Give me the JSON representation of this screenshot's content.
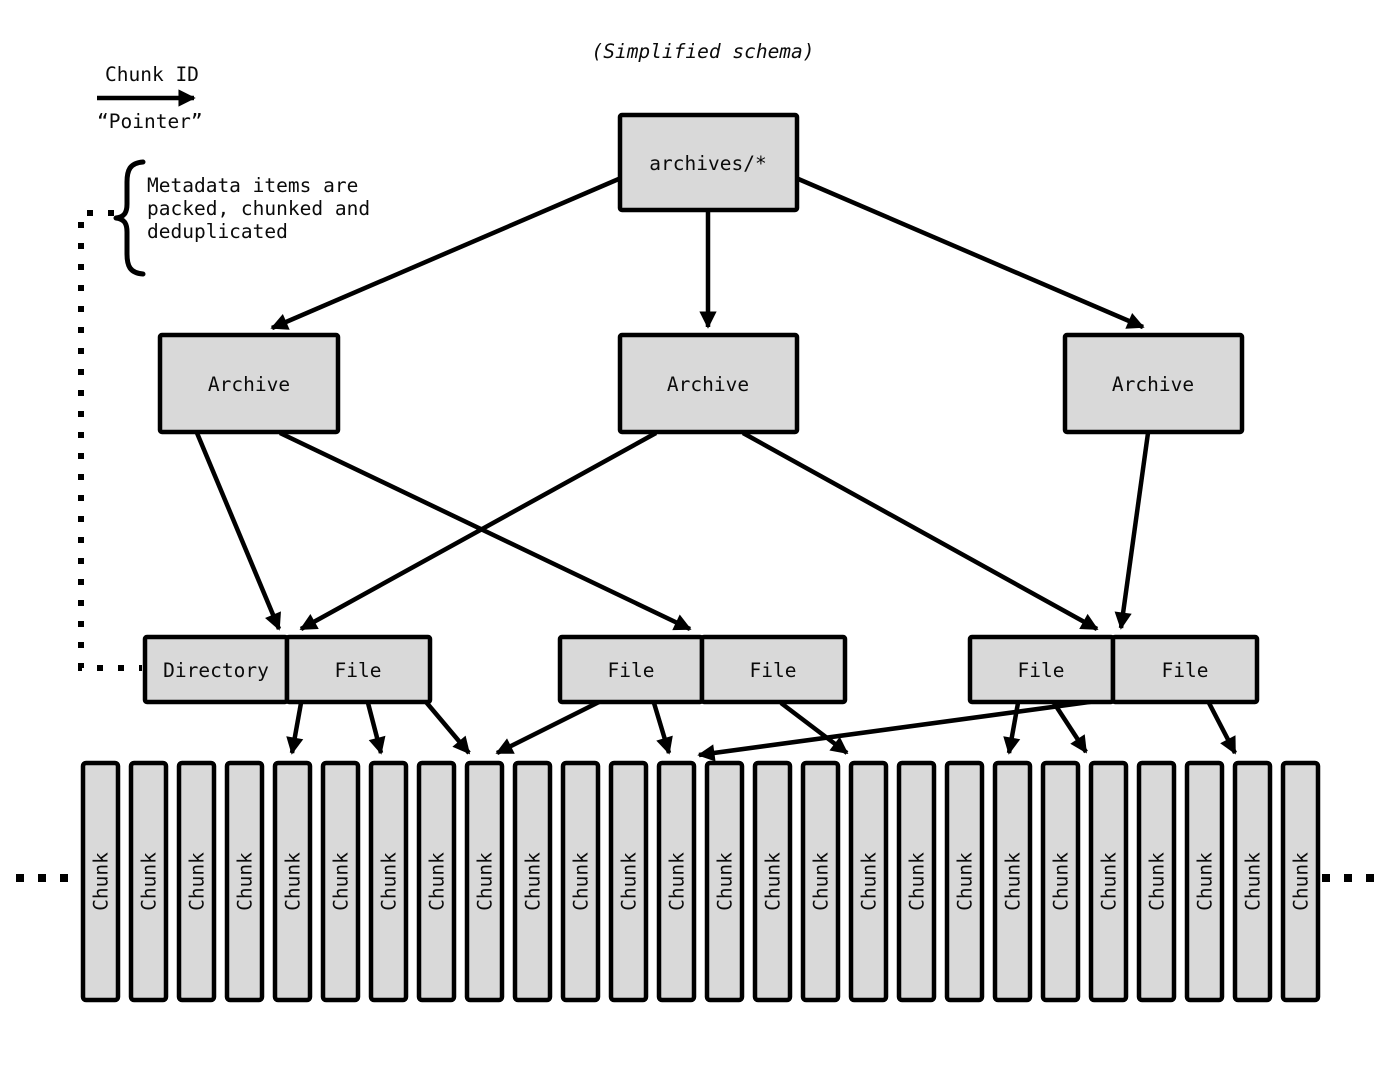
{
  "title": "(Simplified schema)",
  "legend": {
    "line1": "Chunk ID",
    "line2": "“Pointer”"
  },
  "note": {
    "lines": [
      "Metadata items are",
      "packed, chunked and",
      "deduplicated"
    ]
  },
  "nodes": {
    "root": "archives/*",
    "archives": [
      "Archive",
      "Archive",
      "Archive"
    ],
    "pairs": [
      {
        "left": "Directory",
        "right": "File"
      },
      {
        "left": "File",
        "right": "File"
      },
      {
        "left": "File",
        "right": "File"
      }
    ]
  },
  "chunk_row": {
    "label": "Chunk",
    "count": 26,
    "ellipsis_left": "...",
    "ellipsis_right": "..."
  },
  "colors": {
    "box_fill": "#d9d9d9",
    "stroke": "#000000",
    "background": "#ffffff"
  }
}
